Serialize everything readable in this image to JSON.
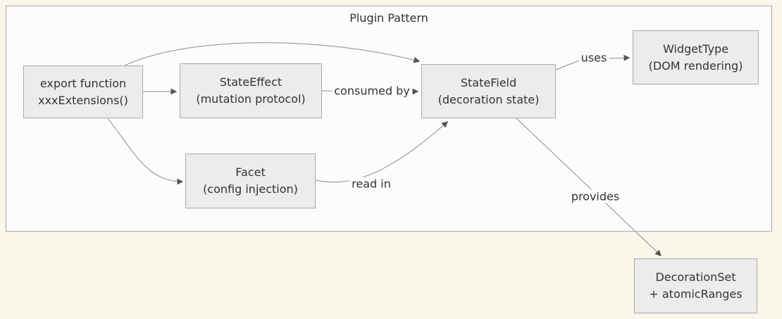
{
  "diagram": {
    "title": "Plugin Pattern",
    "nodes": [
      {
        "id": "export-function",
        "line1": "export function",
        "line2": "xxxExtensions()"
      },
      {
        "id": "state-effect",
        "line1": "StateEffect",
        "line2": "(mutation protocol)"
      },
      {
        "id": "facet",
        "line1": "Facet",
        "line2": "(config injection)"
      },
      {
        "id": "state-field",
        "line1": "StateField",
        "line2": "(decoration state)"
      },
      {
        "id": "widget-type",
        "line1": "WidgetType",
        "line2": "(DOM rendering)"
      },
      {
        "id": "decoration-set",
        "line1": "DecorationSet",
        "line2": "+ atomicRanges"
      }
    ],
    "edges": [
      {
        "from": "export-function",
        "to": "state-effect",
        "label": ""
      },
      {
        "from": "export-function",
        "to": "state-field",
        "label": ""
      },
      {
        "from": "export-function",
        "to": "facet",
        "label": ""
      },
      {
        "from": "state-effect",
        "to": "state-field",
        "label": "consumed by"
      },
      {
        "from": "facet",
        "to": "state-field",
        "label": "read in"
      },
      {
        "from": "state-field",
        "to": "widget-type",
        "label": "uses"
      },
      {
        "from": "state-field",
        "to": "decoration-set",
        "label": "provides"
      }
    ],
    "colors": {
      "canvas_bg": "#faf6ea",
      "cluster_bg": "#fcfcfb",
      "cluster_border": "#a9a9a9",
      "node_fill": "#ececec",
      "node_border": "#a9a9a9",
      "edge_line": "#8a8a8a",
      "arrowhead": "#555555",
      "text": "#333333"
    }
  }
}
